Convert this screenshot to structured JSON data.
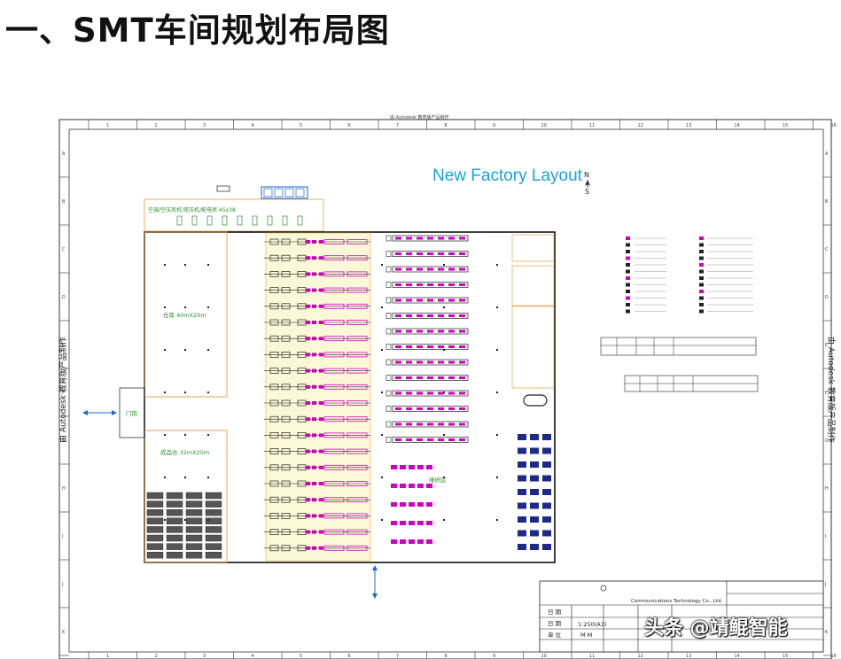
{
  "page_title": "一、SMT车间规划布局图",
  "drawing": {
    "layout_title": "New Factory Layout",
    "compass": {
      "north": "N",
      "south": "S"
    },
    "side_label_left": "由 Autodesk 教育版产品制作",
    "side_label_right": "由 Autodesk 教育版产品制作",
    "top_label": "由 Autodesk 教育版产品制作",
    "border_numbers": [
      "1",
      "2",
      "3",
      "4",
      "5",
      "6",
      "7",
      "8",
      "9",
      "10",
      "11",
      "12",
      "13",
      "14",
      "15",
      "16"
    ],
    "border_letters": [
      "A",
      "B",
      "C",
      "D",
      "E",
      "F",
      "G",
      "H",
      "I",
      "J",
      "K"
    ],
    "areas": {
      "aircon": "空调/空压风机/变压机/配电房 45x38",
      "warehouse": "仓库 40mX20m",
      "finished_goods": "成品仓 32mX20m",
      "gate": "门岗",
      "repair": "维修区"
    },
    "title_block": {
      "company": "Communications Technology Co., Ltd.",
      "scale": "1:250(A3)",
      "unit": "M M",
      "r1": "日 期",
      "r2": "日 期",
      "r3": "单 位"
    }
  },
  "watermark": "头条 @靖鲲智能",
  "colors": {
    "line": "#222222",
    "accent_green": "#2e8b2e",
    "magenta": "#d000c0",
    "blue": "#1d66d1",
    "orange": "#e07000",
    "layout_title": "#19a2e0"
  }
}
